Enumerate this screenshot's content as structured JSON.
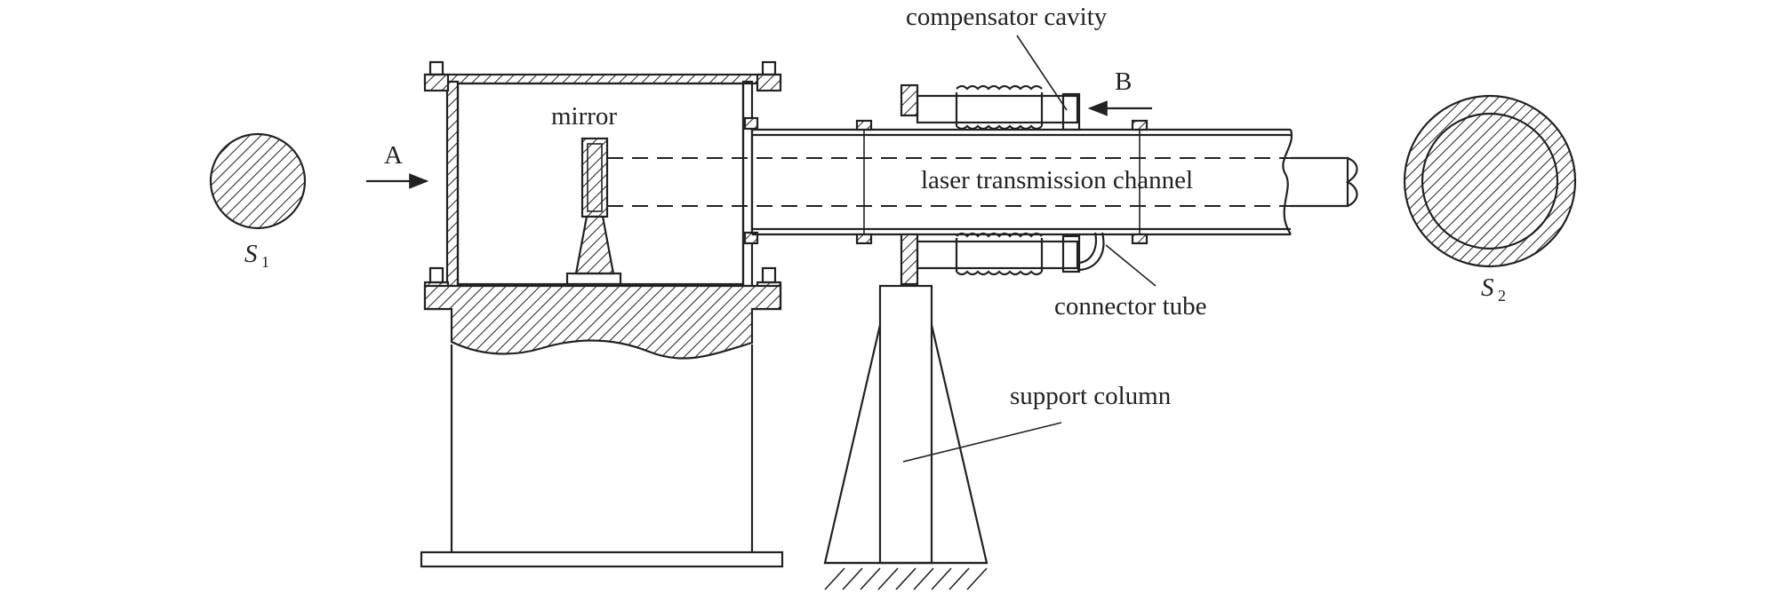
{
  "labels": {
    "compensator": "compensator cavity",
    "mirror": "mirror",
    "laser": "laser transmission channel",
    "connector": "connector tube",
    "support": "support column",
    "arrow_a": "A",
    "arrow_b": "B",
    "s1_letter": "S",
    "s1_sub": "1",
    "s2_letter": "S",
    "s2_sub": "2"
  }
}
